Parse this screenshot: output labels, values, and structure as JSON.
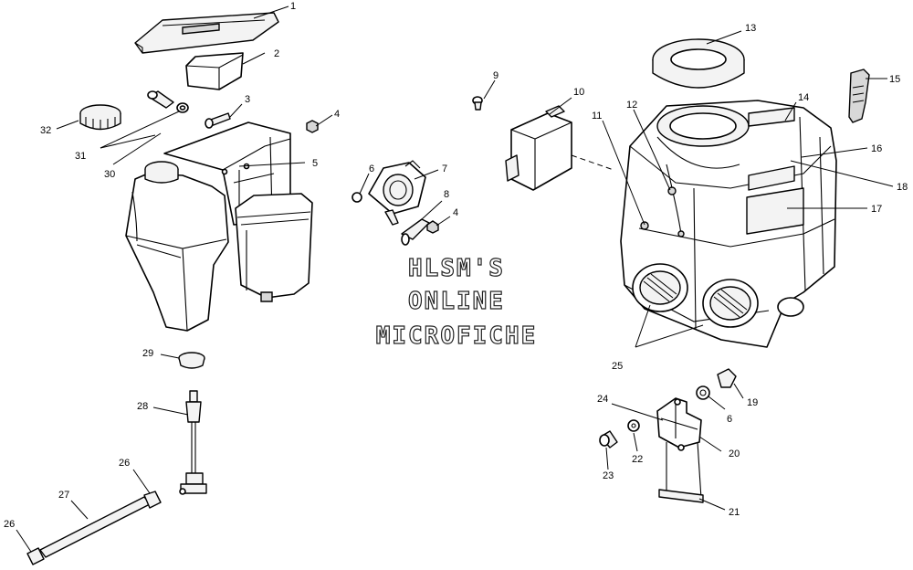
{
  "watermark": {
    "line1": "HLSM'S",
    "line2": "ONLINE",
    "line3": "MICROFICHE"
  },
  "callouts": [
    "1",
    "2",
    "3",
    "4",
    "5",
    "6",
    "7",
    "8",
    "4",
    "9",
    "10",
    "11",
    "12",
    "13",
    "14",
    "15",
    "16",
    "17",
    "18",
    "25",
    "29",
    "28",
    "26",
    "27",
    "26",
    "24",
    "19",
    "6",
    "20",
    "22",
    "23",
    "21",
    "30",
    "31",
    "32"
  ]
}
